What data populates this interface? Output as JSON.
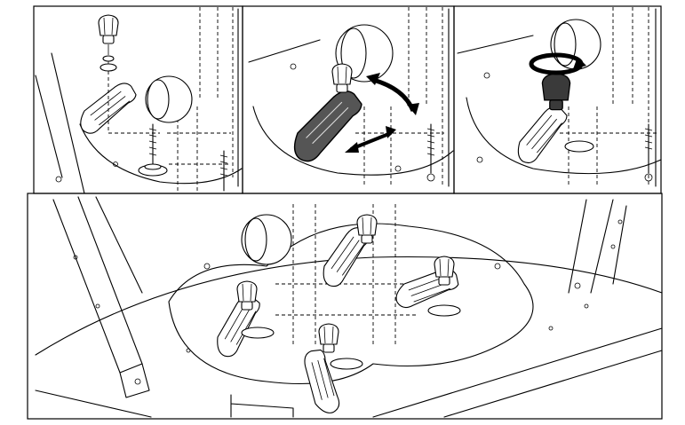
{
  "figure": {
    "panels": [
      {
        "id": "step-1",
        "action": "knob-washer-clamp-exploded"
      },
      {
        "id": "step-2",
        "action": "slide-and-rotate-clamp"
      },
      {
        "id": "step-3",
        "action": "tighten-knob"
      },
      {
        "id": "step-4",
        "action": "overview-four-clamps"
      }
    ],
    "colors": {
      "line": "#000000",
      "background": "#ffffff",
      "clamp_highlight": "#555555",
      "knob_highlight": "#3a3a3a"
    },
    "icons": [
      "rotation-arrow-icon",
      "curved-double-arrow-icon",
      "slide-double-arrow-icon"
    ]
  }
}
